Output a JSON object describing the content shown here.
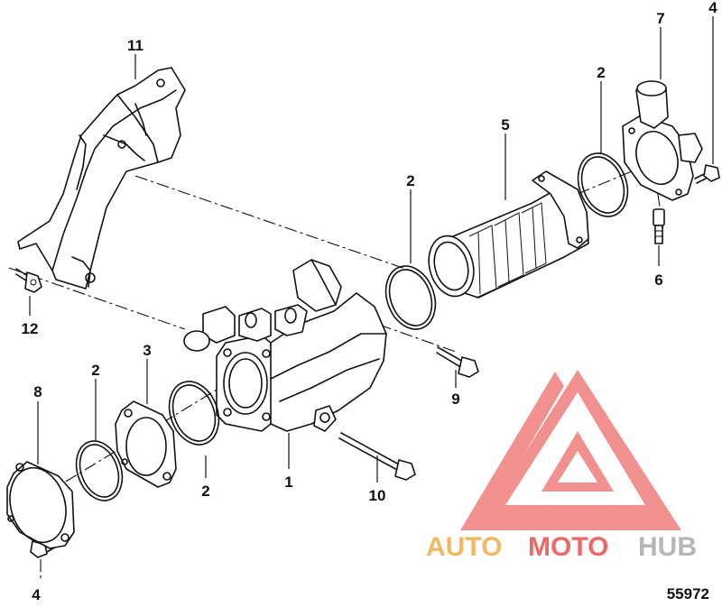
{
  "diagram": {
    "callouts": {
      "c1": "1",
      "c2a": "2",
      "c2b": "2",
      "c2c": "2",
      "c2d": "2",
      "c3": "3",
      "c4a": "4",
      "c4b": "4",
      "c5": "5",
      "c6": "6",
      "c7": "7",
      "c8": "8",
      "c9": "9",
      "c10": "10",
      "c11": "11",
      "c12": "12"
    },
    "figure_number": "55972"
  },
  "watermark": {
    "word_part1": "AUTO",
    "word_part2": "MOTO",
    "word_part3": "HUB",
    "colors": {
      "red": "#e53935",
      "orange": "#f0a030",
      "gray": "#9e9e9e"
    }
  }
}
